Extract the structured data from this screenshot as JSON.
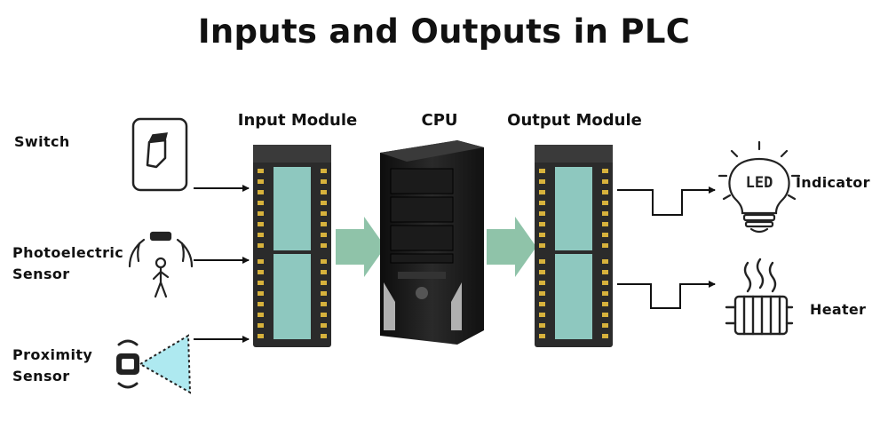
{
  "title": "Inputs and Outputs in PLC",
  "headers": {
    "input_module": "Input Module",
    "cpu": "CPU",
    "output_module": "Output Module"
  },
  "inputs": {
    "switch": "Switch",
    "photoelectric_line1": "Photoelectric",
    "photoelectric_line2": "Sensor",
    "proximity_line1": "Proximity",
    "proximity_line2": "Sensor"
  },
  "outputs": {
    "indicator": "Indicator",
    "heater": "Heater",
    "led_text": "LED"
  },
  "colors": {
    "flow_arrow": "#8fc3a9",
    "module_body": "#2b2b2b",
    "module_panel": "#8ec8bf",
    "module_terminal": "#d7b23c",
    "sensor_beam": "#aee9f0"
  }
}
